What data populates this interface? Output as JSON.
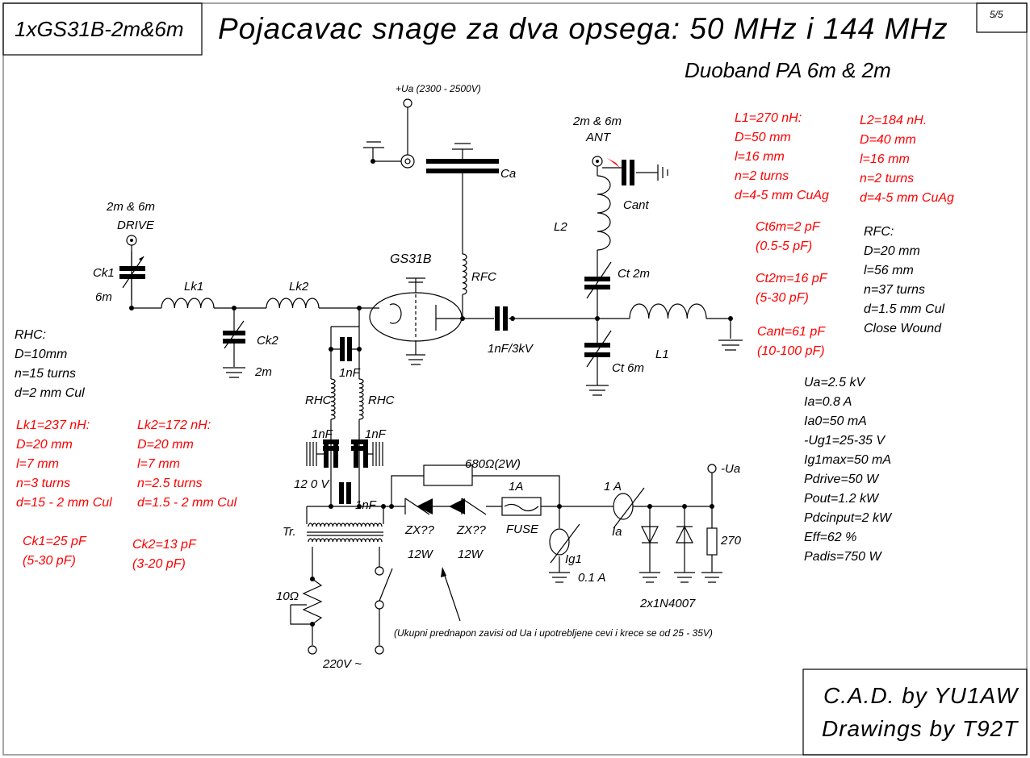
{
  "header": {
    "model_label": "1xGS31B-2m&6m",
    "title": "Pojacavac snage za dva opsega: 50 MHz i 144 MHz",
    "page": "5/5",
    "subtitle": "Duoband PA 6m & 2m"
  },
  "footer": {
    "cad": "C.A.D. by YU1AW",
    "drawings": "Drawings by T92T"
  },
  "labels": {
    "ua_supply": "+Ua (2300 - 2500V)",
    "ca": "Ca",
    "ant_band": "2m & 6m",
    "ant": "ANT",
    "cant": "Cant",
    "l2": "L2",
    "ct2m": "Ct 2m",
    "ct6m": "Ct 6m",
    "l1": "L1",
    "coupling_cap": "1nF/3kV",
    "rfc": "RFC",
    "tube": "GS31B",
    "drive_band": "2m & 6m",
    "drive": "DRIVE",
    "ck1": "Ck1",
    "ck1_band": "6m",
    "lk1": "Lk1",
    "lk2": "Lk2",
    "ck2": "Ck2",
    "ck2_band": "2m",
    "c_1nf_top": "1nF",
    "rhc_left": "RHC",
    "rhc_right": "RHC",
    "c_1nf_left": "1nF",
    "c_1nf_right": "1nF",
    "v120": "12 0  V",
    "c_1nf_bottom": "1nF",
    "transformer": "Tr.",
    "pot": "10Ω",
    "mains": "220V ~",
    "resistor_680": "680Ω(2W)",
    "fuse_rating": "1A",
    "zener1": "ZX??",
    "zener2": "ZX??",
    "fuse": "FUSE",
    "zener1_power": "12W",
    "zener2_power": "12W",
    "ia_range": "1 A",
    "ia": "Ia",
    "ig1": "Ig1",
    "ig1_range": "0.1 A",
    "r270": "270",
    "diodes": "2x1N4007",
    "minus_ua": "-Ua",
    "note": "(Ukupni prednapon zavisi od Ua i upotrebljene cevi i krece se od 25 - 35V)"
  },
  "specs": {
    "rhc": [
      "RHC:",
      "D=10mm",
      "n=15 turns",
      "d=2 mm Cul"
    ],
    "lk1": [
      "Lk1=237 nH:",
      "D=20 mm",
      "l=7 mm",
      "n=3 turns",
      "d=15 - 2 mm Cul"
    ],
    "lk2": [
      "Lk2=172 nH:",
      "D=20 mm",
      "l=7 mm",
      "n=2.5 turns",
      "d=1.5 - 2 mm Cul"
    ],
    "ck1": [
      "Ck1=25 pF",
      "(5-30 pF)"
    ],
    "ck2": [
      "Ck2=13 pF",
      "(3-20 pF)"
    ],
    "l1": [
      "L1=270 nH:",
      "D=50 mm",
      "l=16 mm",
      "n=2 turns",
      "d=4-5 mm CuAg"
    ],
    "l2": [
      "L2=184 nH.",
      "D=40 mm",
      "l=16 mm",
      "n=2 turns",
      "d=4-5 mm CuAg"
    ],
    "ct6m": [
      "Ct6m=2 pF",
      "(0.5-5 pF)"
    ],
    "ct2m": [
      "Ct2m=16 pF",
      "(5-30 pF)"
    ],
    "cant": [
      "Cant=61 pF",
      "(10-100 pF)"
    ],
    "rfc": [
      "RFC:",
      "D=20 mm",
      "l=56 mm",
      "n=37 turns",
      "d=1.5 mm Cul",
      "Close Wound"
    ],
    "operating": [
      "Ua=2.5 kV",
      "Ia=0.8 A",
      "Ia0=50 mA",
      "-Ug1=25-35 V",
      "Ig1max=50 mA",
      "Pdrive=50 W",
      "Pout=1.2 kW",
      "Pdcinput=2 kW",
      "Eff=62 %",
      "Padis=750 W"
    ]
  },
  "colors": {
    "ink": "#000000",
    "spec_red": "#ff0000",
    "background": "#ffffff"
  }
}
